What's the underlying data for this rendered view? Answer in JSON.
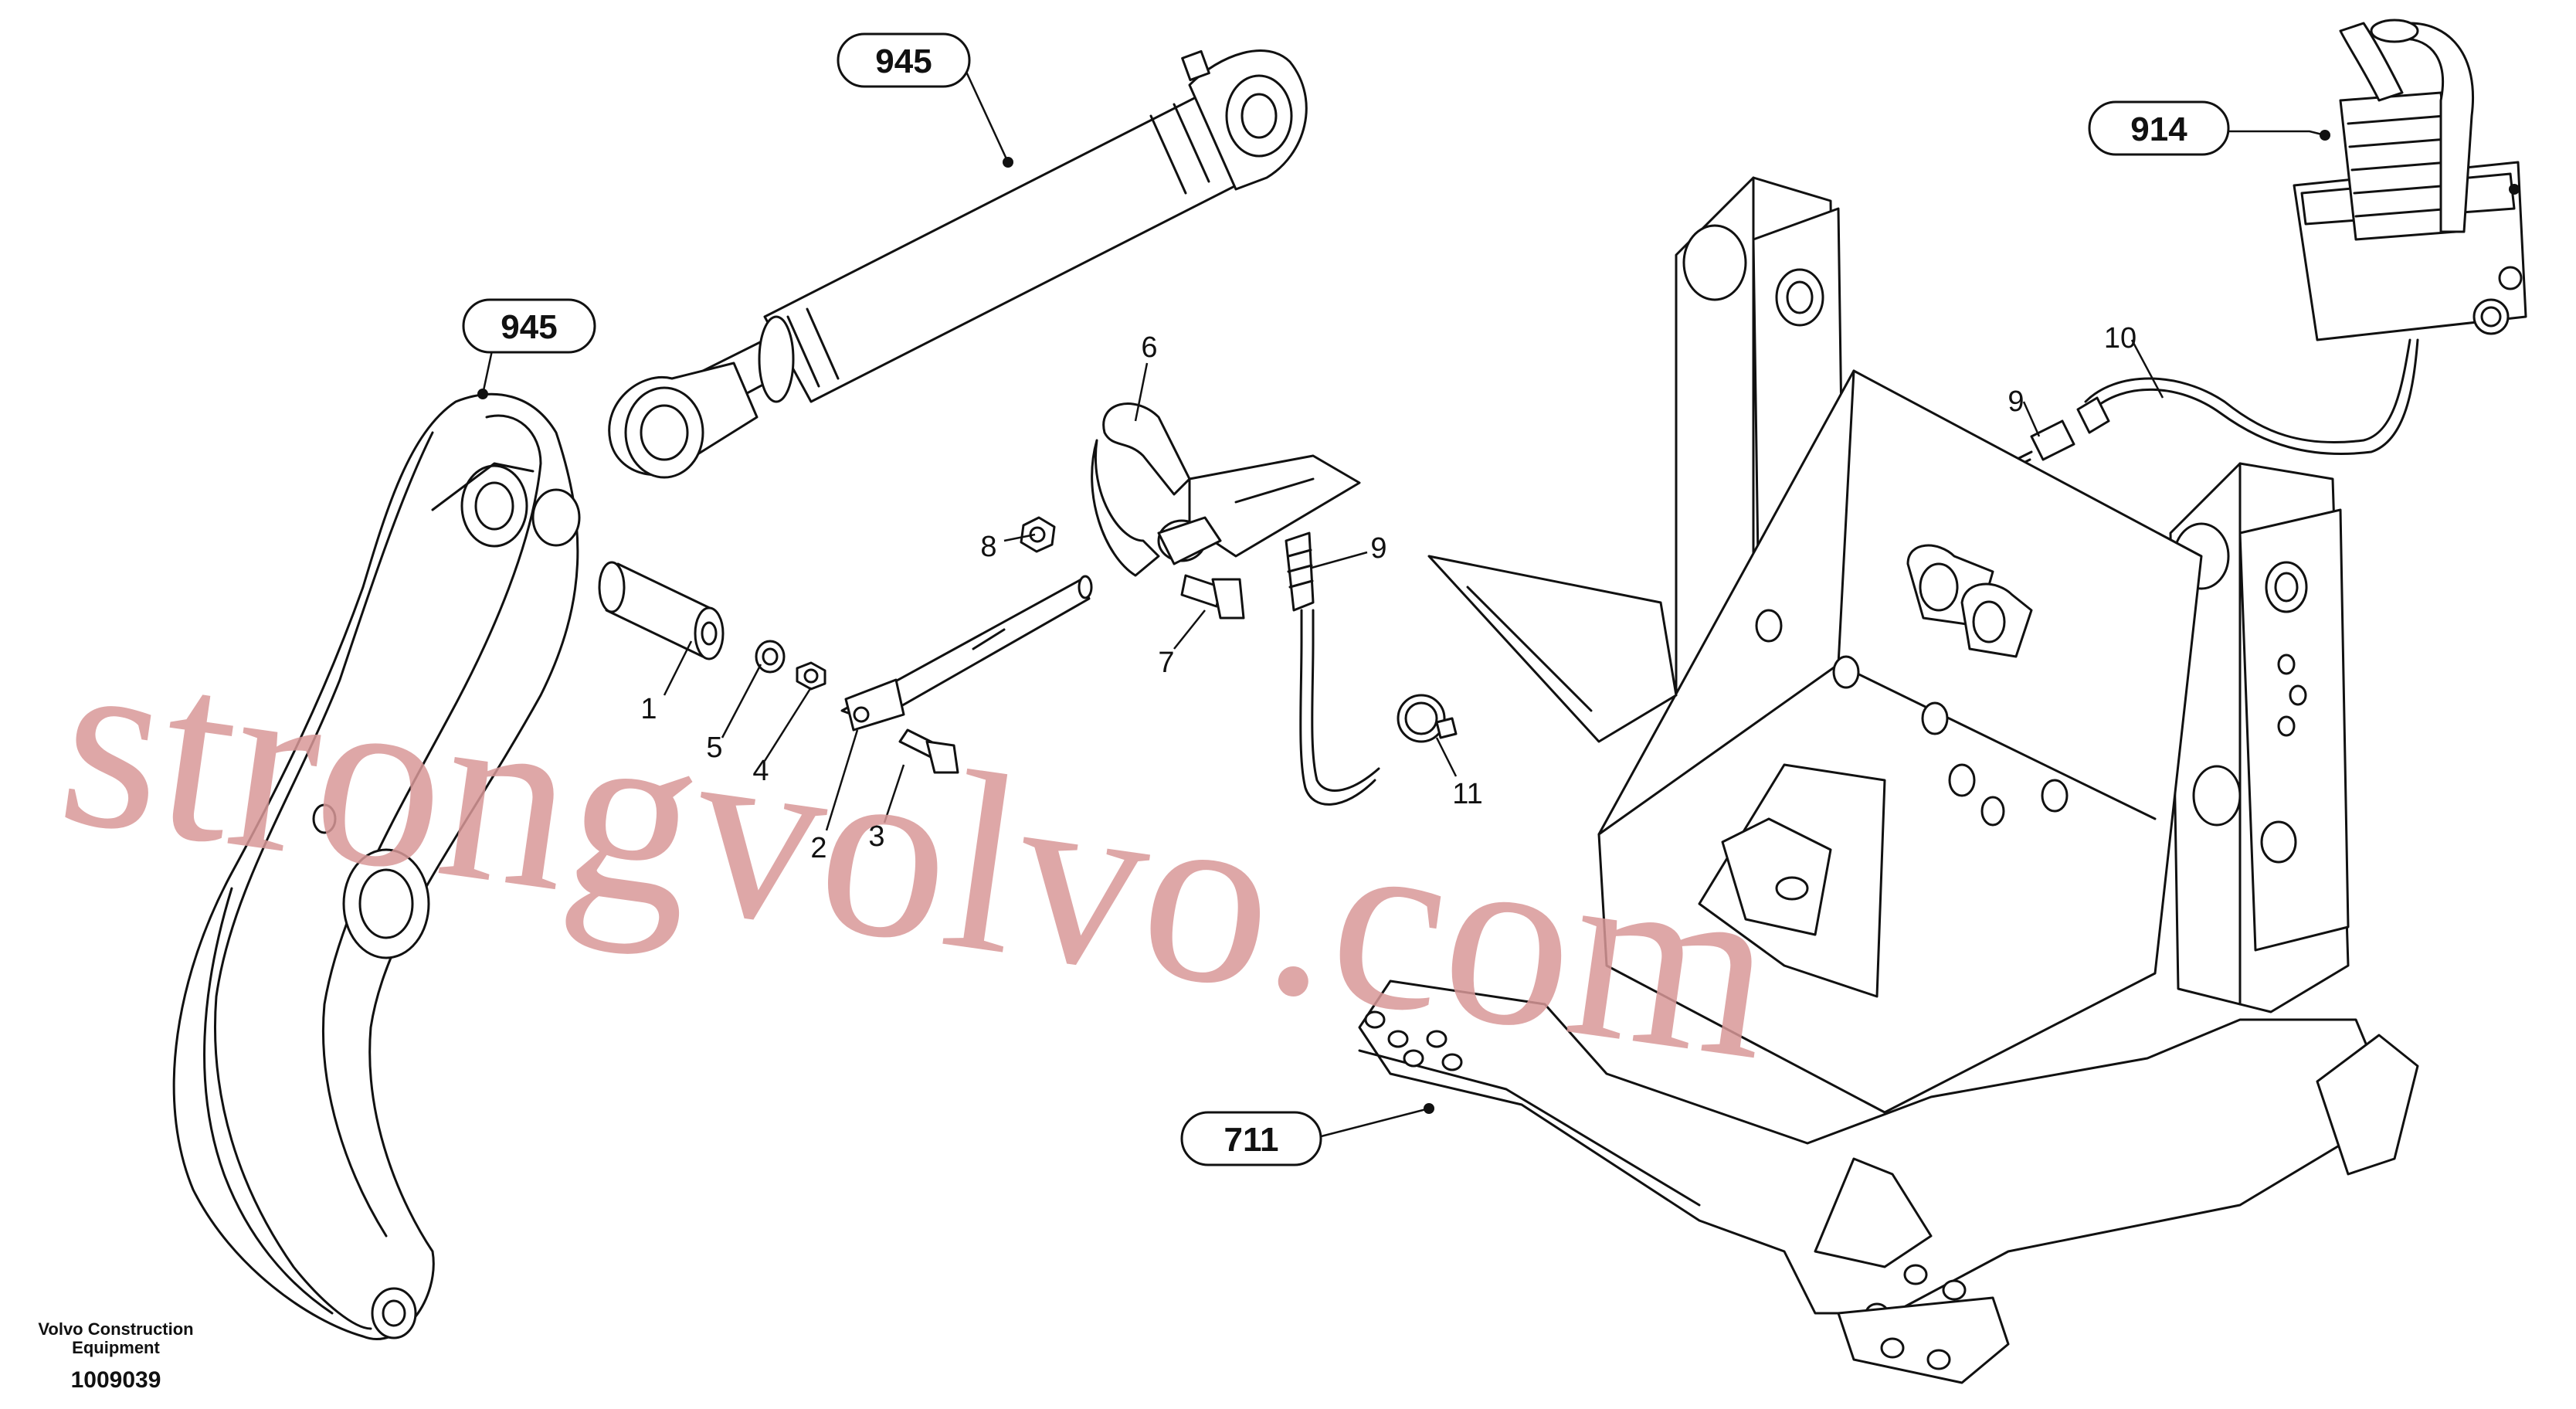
{
  "callouts": {
    "c945a": "945",
    "c945b": "945",
    "c914": "914",
    "c711": "711"
  },
  "parts": {
    "p1": "1",
    "p2": "2",
    "p3": "3",
    "p4": "4",
    "p5": "5",
    "p6": "6",
    "p7": "7",
    "p8": "8",
    "p9a": "9",
    "p9b": "9",
    "p10": "10",
    "p11": "11"
  },
  "footer": {
    "brand_line1": "Volvo Construction",
    "brand_line2": "Equipment",
    "doc_number": "1009039"
  },
  "watermark": "strongvolvo.com"
}
